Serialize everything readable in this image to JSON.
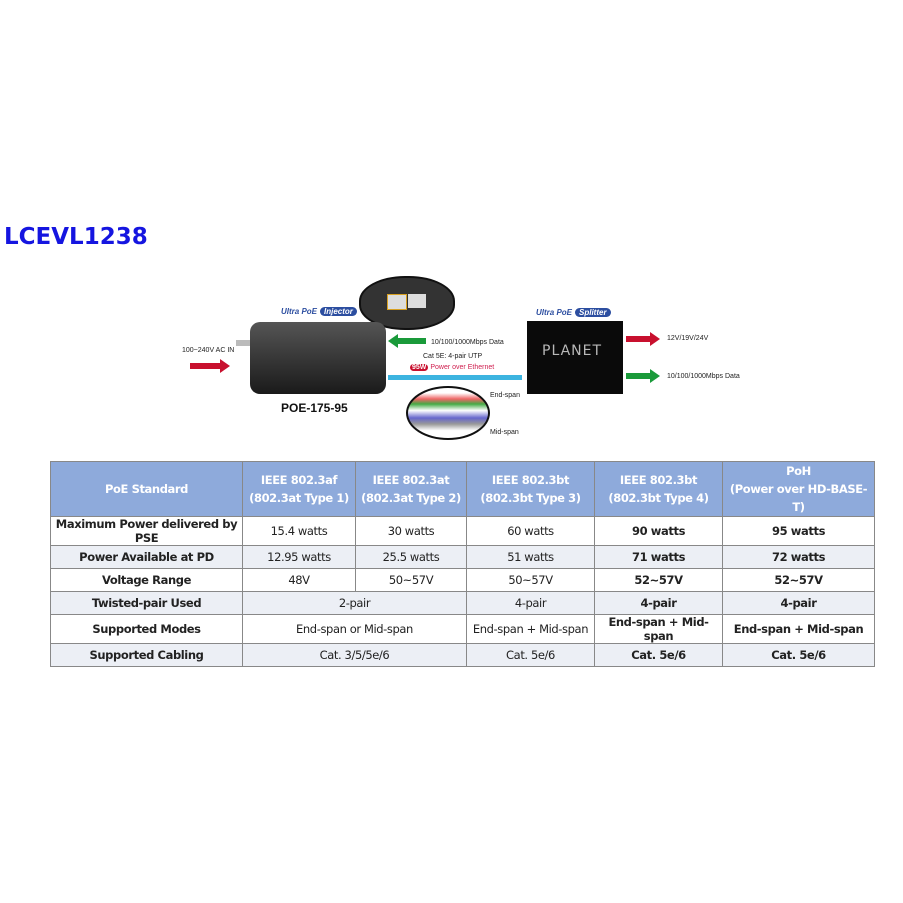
{
  "title": "LCEVL1238",
  "diagram": {
    "injector_tag": "Ultra PoE",
    "injector_pill": "Injector",
    "splitter_tag": "Ultra PoE",
    "splitter_pill": "Splitter",
    "ac_in": "100~240V AC IN",
    "model": "POE-175-95",
    "data_in": "10/100/1000Mbps Data",
    "cable": "Cat 5E: 4-pair UTP",
    "watt_badge": "95W",
    "poe_label": "Power over Ethernet",
    "end_span": "End-span",
    "mid_span": "Mid-span",
    "out_power": "12V/19V/24V",
    "out_data": "10/100/1000Mbps Data",
    "brand": "PLANET",
    "colors": {
      "red_arrow": "#c8102e",
      "green_arrow": "#1a9a3a",
      "cable": "#3cb4e0"
    }
  },
  "table": {
    "headers": [
      {
        "l1": "PoE Standard",
        "l2": ""
      },
      {
        "l1": "IEEE 802.3af",
        "l2": "(802.3at Type 1)"
      },
      {
        "l1": "IEEE 802.3at",
        "l2": "(802.3at Type 2)"
      },
      {
        "l1": "IEEE 802.3bt",
        "l2": "(802.3bt Type 3)"
      },
      {
        "l1": "IEEE 802.3bt",
        "l2": "(802.3bt Type 4)"
      },
      {
        "l1": "PoH",
        "l2": "(Power over HD-BASE-T)"
      }
    ],
    "rows": [
      {
        "label": "Maximum Power delivered by PSE",
        "c": [
          "15.4 watts",
          "30 watts",
          "60 watts",
          "90 watts",
          "95 watts"
        ]
      },
      {
        "label": "Power Available at PD",
        "c": [
          "12.95 watts",
          "25.5 watts",
          "51 watts",
          "71 watts",
          "72 watts"
        ]
      },
      {
        "label": "Voltage Range",
        "c": [
          "48V",
          "50~57V",
          "50~57V",
          "52~57V",
          "52~57V"
        ]
      },
      {
        "label": "Twisted-pair Used",
        "c": [
          "2-pair",
          "4-pair",
          "4-pair",
          "4-pair"
        ]
      },
      {
        "label": "Supported Modes",
        "c": [
          "End-span or Mid-span",
          "End-span + Mid-span",
          "End-span + Mid-span",
          "End-span + Mid-span"
        ]
      },
      {
        "label": "Supported Cabling",
        "c": [
          "Cat. 3/5/5e/6",
          "Cat. 5e/6",
          "Cat. 5e/6",
          "Cat. 5e/6"
        ]
      }
    ]
  }
}
